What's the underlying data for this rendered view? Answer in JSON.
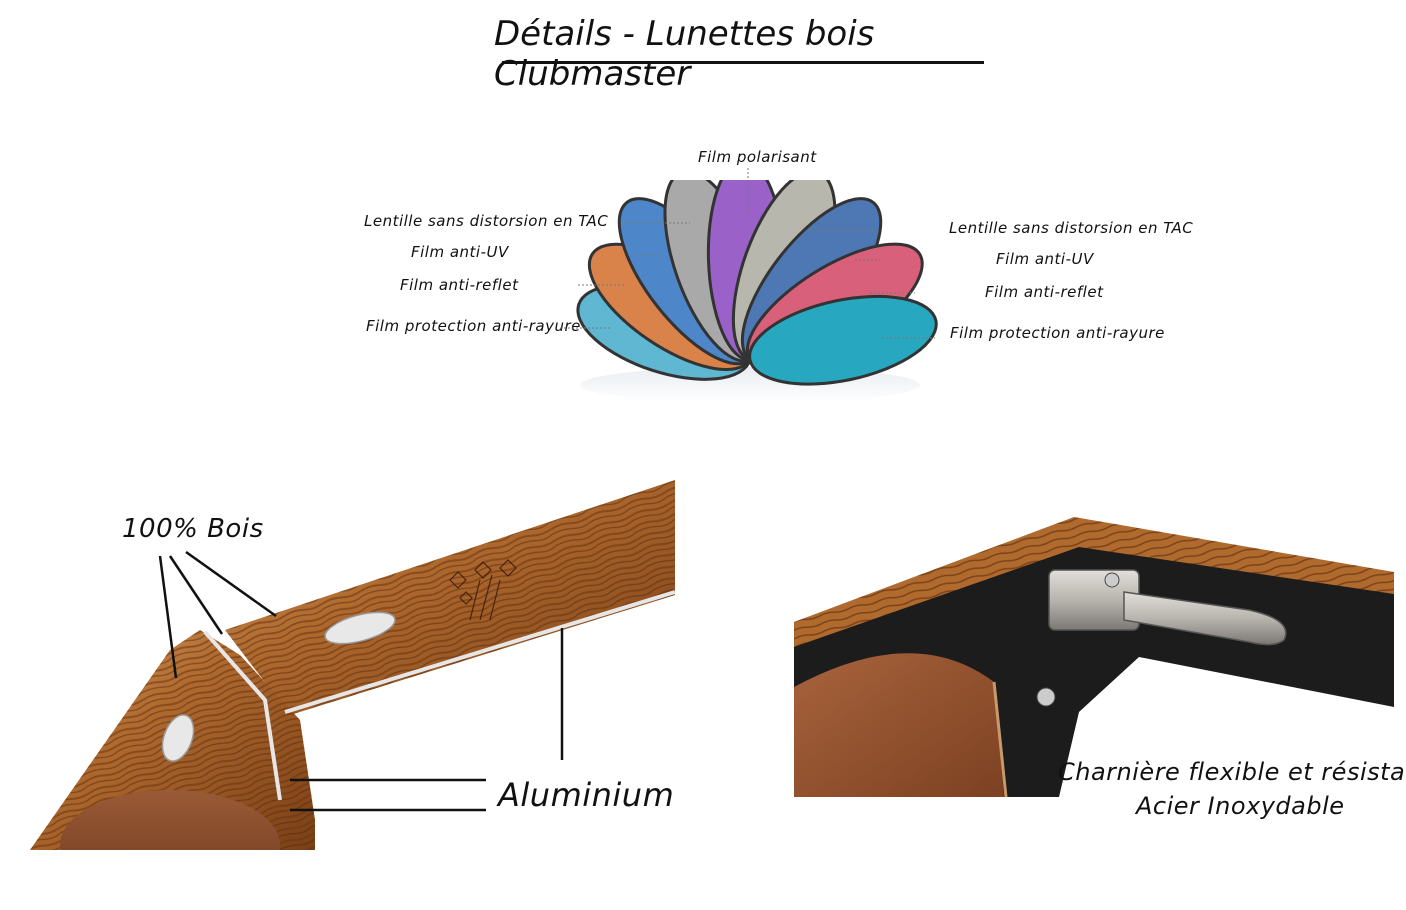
{
  "title": "Détails - Lunettes bois Clubmaster",
  "lens_layers": {
    "top": "Film polarisant",
    "left": [
      "Lentille sans distorsion en TAC",
      "Film anti-UV",
      "Film anti-reflet",
      "Film protection anti-rayure"
    ],
    "right": [
      "Lentille sans distorsion en TAC",
      "Film anti-UV",
      "Film anti-reflet",
      "Film protection anti-rayure"
    ]
  },
  "temple_callouts": {
    "wood": "100% Bois",
    "metal": "Aluminium"
  },
  "hinge_callout": {
    "line1": "Charnière flexible et résistante",
    "line2": "Acier Inoxydable"
  },
  "colors": {
    "wood_dark": "#7a3f16",
    "wood_mid": "#b06a2e",
    "wood_light": "#d9a46a",
    "lens_brown": "#8a4a2a",
    "frame_black": "#1c1c1c",
    "steel": "#b8b4ae"
  }
}
